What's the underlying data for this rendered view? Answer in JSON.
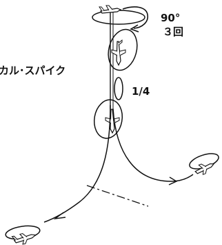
{
  "labels": {
    "rotation_angle": "90°",
    "rotation_count": "３回",
    "maneuver_name": "カル･スパイク",
    "fraction": "1/4"
  },
  "colors": {
    "line": "#111111",
    "background": "#ffffff"
  },
  "icons": {
    "aircraft": "airplane-silhouette",
    "direction": "arrowhead"
  }
}
